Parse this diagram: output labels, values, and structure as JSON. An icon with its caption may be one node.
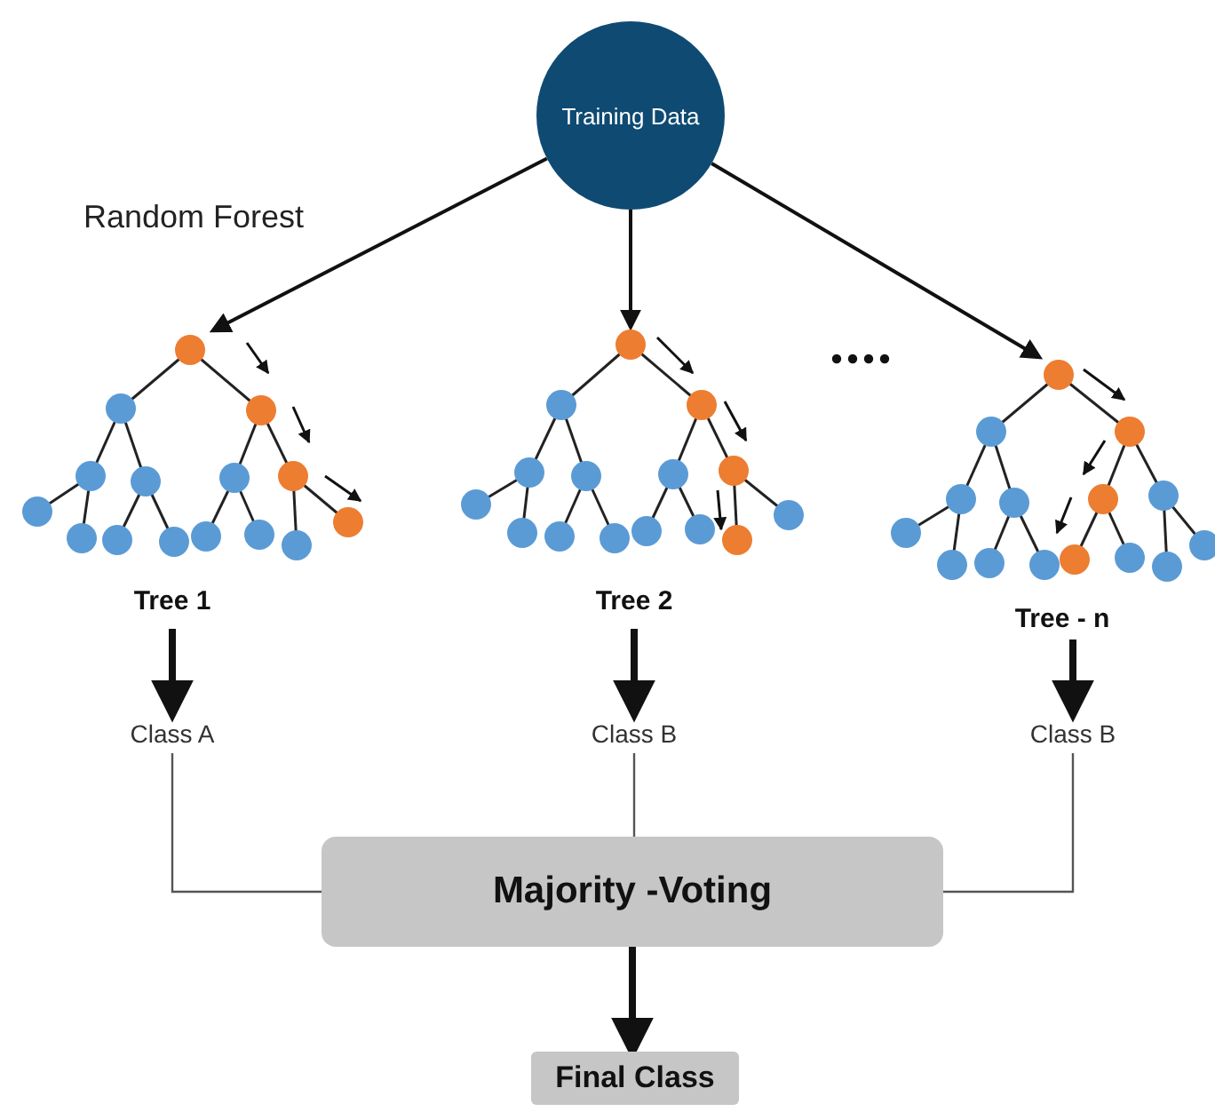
{
  "diagram": {
    "nodes": [
      {
        "text": [
          "Training Data"
        ]
      },
      {
        "text": [
          "Tree 1"
        ]
      },
      {
        "text": [
          "Tree 2"
        ]
      },
      {
        "text": [
          "Tree - n"
        ]
      },
      {
        "text": [
          "Class A"
        ]
      },
      {
        "text": [
          "Class B"
        ]
      },
      {
        "text": [
          "Class B"
        ]
      },
      {
        "text": [
          "Majority -Voting"
        ]
      },
      {
        "text": [
          "Final Class"
        ]
      }
    ],
    "edges": [
      {
        "from": 0,
        "to": 1,
        "arrow": "to"
      },
      {
        "from": 0,
        "to": 2,
        "arrow": "to"
      },
      {
        "from": 0,
        "to": 3,
        "arrow": "to"
      },
      {
        "from": 1,
        "to": 4,
        "arrow": "to",
        "style": "thick"
      },
      {
        "from": 2,
        "to": 5,
        "arrow": "to",
        "style": "thick"
      },
      {
        "from": 3,
        "to": 6,
        "arrow": "to",
        "style": "thick"
      },
      {
        "from": 4,
        "to": 7,
        "arrow": "none",
        "color": "#555555"
      },
      {
        "from": 5,
        "to": 7,
        "arrow": "none",
        "color": "#555555"
      },
      {
        "from": 6,
        "to": 7,
        "arrow": "none",
        "color": "#555555"
      },
      {
        "from": 7,
        "to": 8,
        "arrow": "to",
        "style": "thick"
      }
    ],
    "labels": [
      "Random Forest"
    ]
  }
}
